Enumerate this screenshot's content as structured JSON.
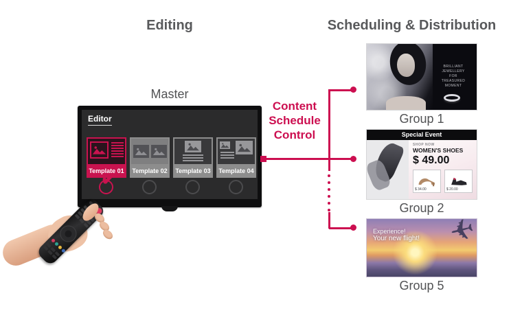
{
  "colors": {
    "accent": "#cc0f50",
    "header_text": "#58595b",
    "label_text": "#515254"
  },
  "headers": {
    "editing": "Editing",
    "scheduling": "Scheduling & Distribution"
  },
  "master": {
    "label": "Master",
    "editor_title": "Editor",
    "templates": [
      {
        "label": "Template 01",
        "selected": true
      },
      {
        "label": "Template 02",
        "selected": false
      },
      {
        "label": "Template 03",
        "selected": false
      },
      {
        "label": "Template 04",
        "selected": false
      }
    ]
  },
  "flow": {
    "label": "Content\nSchedule\nControl"
  },
  "groups": [
    {
      "label": "Group 1",
      "ad_type": "jewellery",
      "lines": [
        "Brilliant Jewellery",
        "for",
        "Treasured Moment"
      ]
    },
    {
      "label": "Group 2",
      "ad_type": "shoes",
      "banner": "Special Event",
      "shop_now": "SHOP NOW",
      "title": "WOMEN'S SHOES",
      "price": "$ 49.00",
      "item_prices": [
        "$ 34.00",
        "$ 20.00"
      ]
    },
    {
      "label": "Group 5",
      "ad_type": "flight",
      "lines": [
        "Experience!",
        "Your new flight!"
      ]
    }
  ]
}
